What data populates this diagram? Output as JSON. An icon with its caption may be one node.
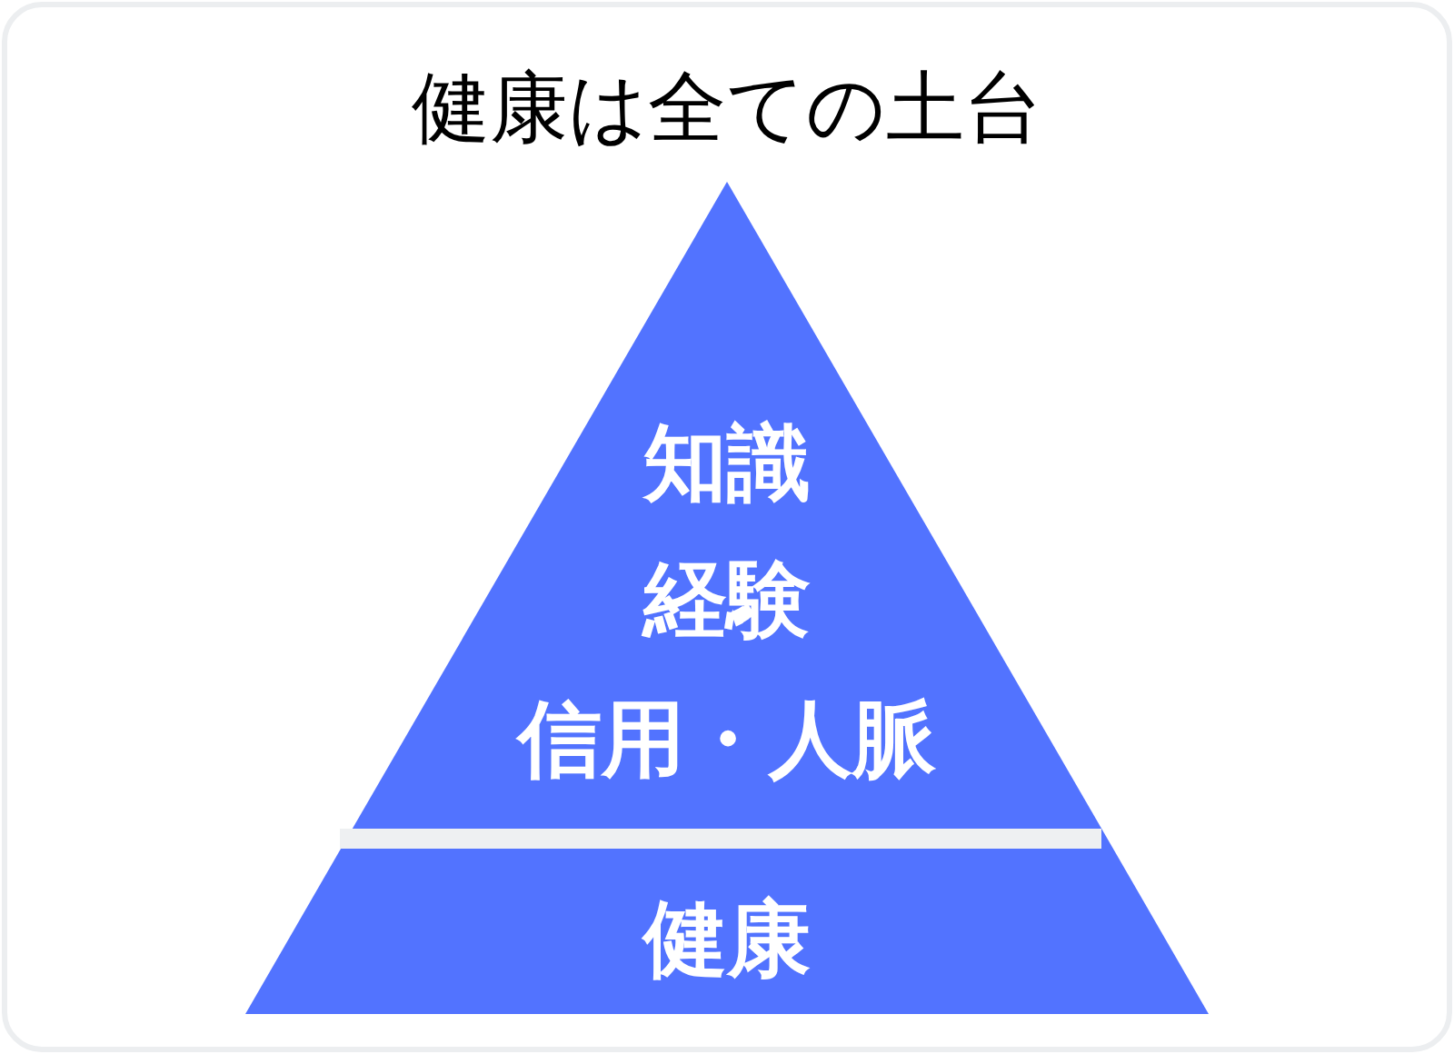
{
  "diagram": {
    "title": "健康は全ての土台",
    "nodes": [
      {
        "text": [
          "知識",
          "経験",
          "信用・人脈"
        ]
      },
      {
        "text": [
          "健康"
        ]
      }
    ]
  }
}
